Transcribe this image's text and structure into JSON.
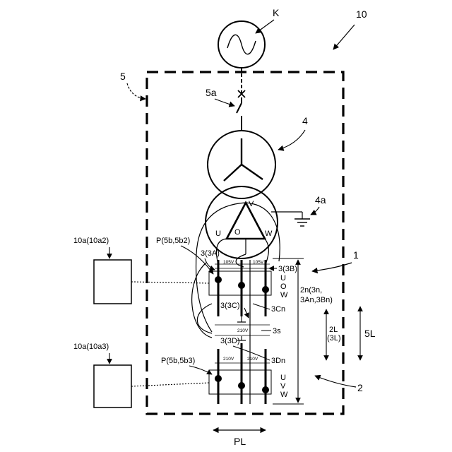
{
  "labels": {
    "system": "10",
    "generator": "K",
    "enclosure": "5",
    "breaker": "5a",
    "transformer": "4",
    "ground": "4a",
    "line_1": "1",
    "line_2": "2",
    "load_a2": "10a(10a2)",
    "load_a3": "10a(10a3)",
    "plug_top": "P(5b,5b2)",
    "plug_bottom": "P(5b,5b3)",
    "phase_v": "V",
    "phase_u": "U",
    "phase_w": "W",
    "neutral_o": "O",
    "bar_3a": "3(3A)",
    "bar_3b": "3(3B)",
    "bar_3c": "3(3C)",
    "bar_3d": "3(3D)",
    "cn": "3Cn",
    "s3": "3s",
    "dn": "3Dn",
    "n2_line1": "2n(3n,",
    "n2_line2": "3An,3Bn)",
    "two_l_line1": "2L",
    "two_l_line2": "(3L)",
    "five_l": "5L",
    "pl": "PL",
    "v105_a": "105V",
    "v105_b": "105V",
    "v210_mid": "210V",
    "v210_a": "210V",
    "v210_b": "210V",
    "uow": [
      "U",
      "O",
      "W"
    ],
    "uvw": [
      "U",
      "V",
      "W"
    ]
  }
}
